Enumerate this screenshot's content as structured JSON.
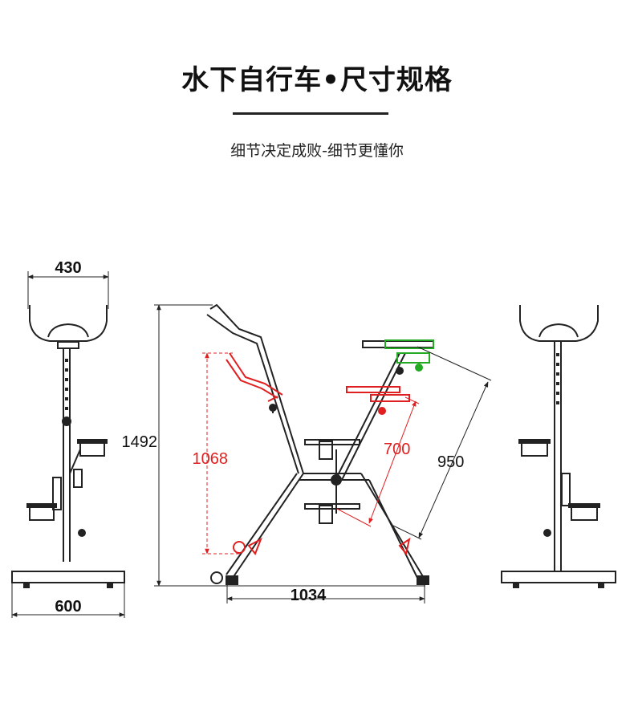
{
  "header": {
    "title": "水下自行车•尺寸规格",
    "subtitle": "细节决定成败-细节更懂你"
  },
  "dimensions": {
    "front_width": "430",
    "base_width": "600",
    "height_total": "1492",
    "handle_height_low": "1068",
    "seat_reach_low": "700",
    "seat_reach_high": "950",
    "wheelbase": "1034"
  },
  "colors": {
    "line": "#222222",
    "red_position": "#e02020",
    "green_position": "#22aa22"
  }
}
